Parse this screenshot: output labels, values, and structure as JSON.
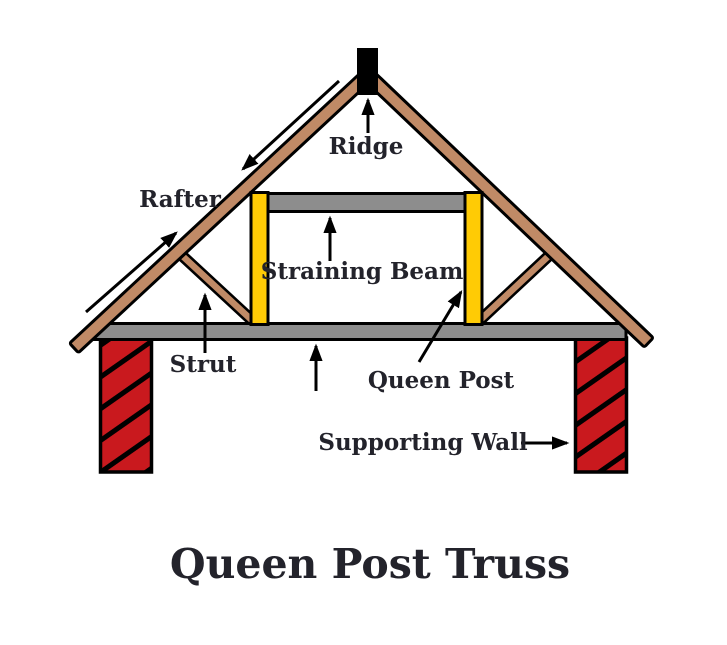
{
  "figure": {
    "caption": "Queen Post Truss",
    "labels": {
      "ridge": "Ridge",
      "rafter": "Rafter",
      "strut": "Strut",
      "straining_beam": "Straining Beam",
      "queen_post": "Queen Post",
      "supporting_wall": "Supporting Wall"
    }
  },
  "colors": {
    "background": "#FFFFFF",
    "rafter-brown": "#C08A66",
    "post-yellow": "#FFCB05",
    "beam-gray": "#8D8D8D",
    "wall-red": "#C9191E",
    "ink": "#000000",
    "label-ink": "#23232B"
  }
}
